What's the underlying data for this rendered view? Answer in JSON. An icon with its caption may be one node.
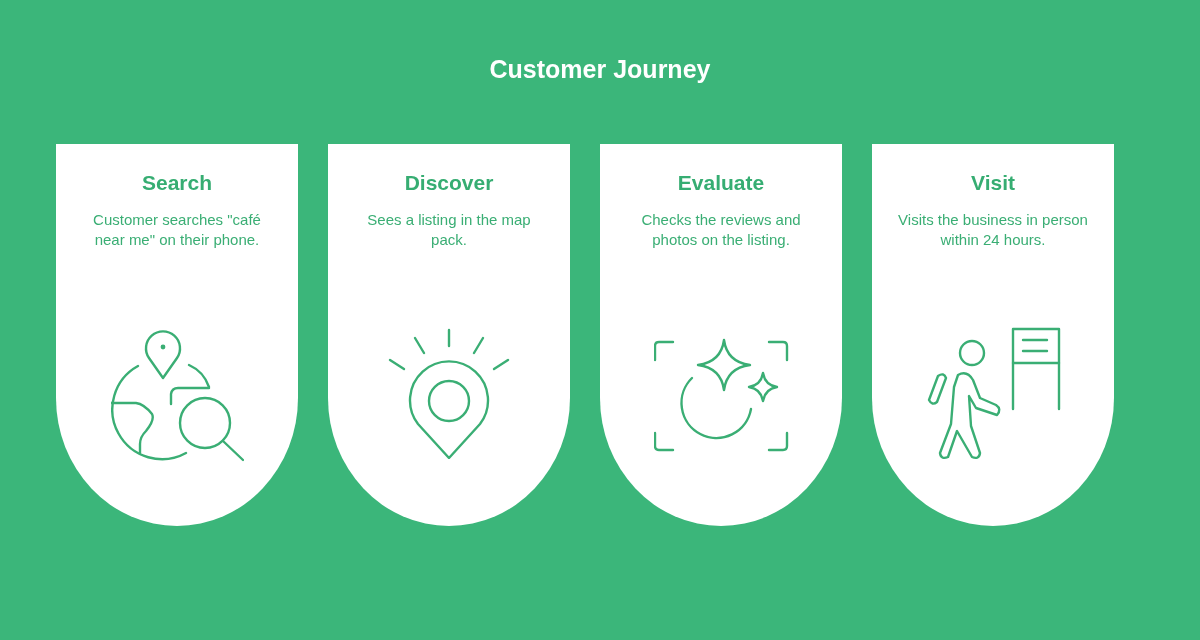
{
  "diagram": {
    "title": "Customer Journey",
    "nodes": [
      {
        "text": [
          "Search",
          "Customer searches \"café near me\" on their phone."
        ]
      },
      {
        "text": [
          "Discover",
          "Sees a listing in the map pack."
        ]
      },
      {
        "text": [
          "Evaluate",
          "Checks the reviews and photos on the listing."
        ]
      },
      {
        "text": [
          "Visit",
          "Visits the business in person within 24 hours."
        ]
      }
    ]
  }
}
